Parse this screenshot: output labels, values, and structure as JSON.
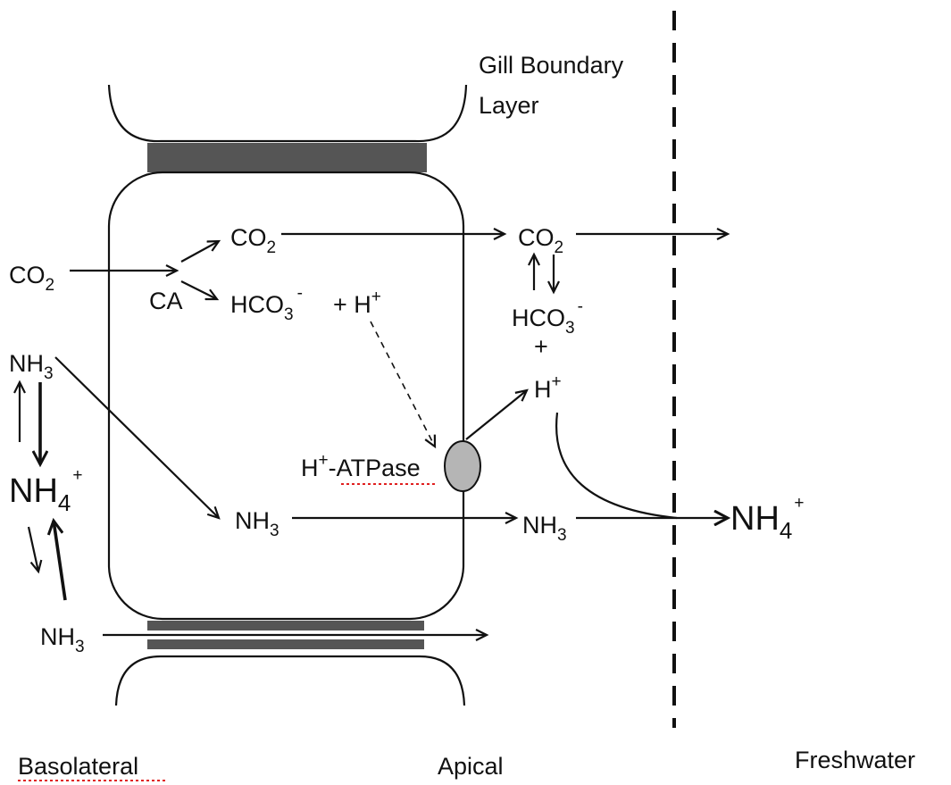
{
  "labels": {
    "gill_boundary_line1": "Gill Boundary",
    "gill_boundary_line2": "Layer",
    "basolateral": "Basolateral",
    "apical": "Apical",
    "freshwater": "Freshwater",
    "co2": "CO",
    "hco3": "HCO",
    "nh3": "NH",
    "nh4": "NH",
    "h": "H",
    "plus_h": "+ H",
    "ca": "CA",
    "plus": "+",
    "atpase": "-ATPase"
  },
  "sub": {
    "two": "2",
    "three": "3",
    "four": "4"
  },
  "sup": {
    "plus": "+",
    "minus": "-"
  },
  "colors": {
    "line": "#111111",
    "junction_band": "#555555",
    "atpase_pump": "#b5b5b5",
    "spellcheck_underline": "#e02020"
  }
}
